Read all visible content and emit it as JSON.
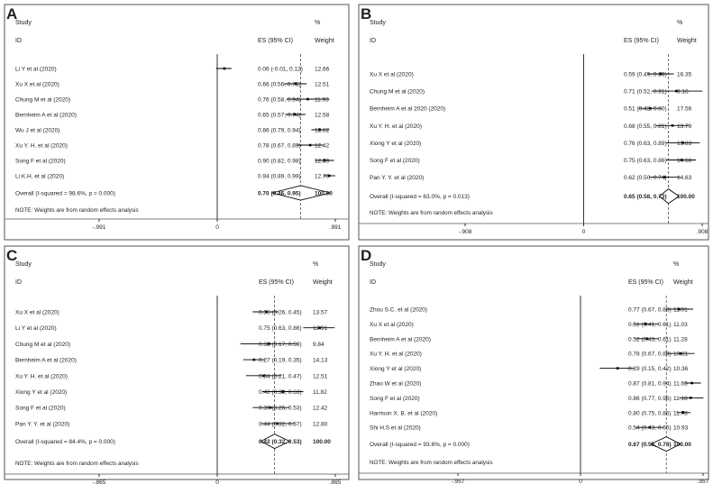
{
  "chart_data": [
    {
      "type": "forest",
      "panel_label": "A",
      "header_study": "Study",
      "header_id": "ID",
      "header_es": "ES (95% CI)",
      "header_pct": "%",
      "header_weight": "Weight",
      "xlim": [
        -0.991,
        0.991
      ],
      "ticks": [
        "-.991",
        "0",
        ".991"
      ],
      "rows": [
        {
          "study": "Li Y et al (2020)",
          "es": 0.06,
          "lo": -0.01,
          "hi": 0.12,
          "es_text": "0.06 (-0.01, 0.12)",
          "weight": "12.66"
        },
        {
          "study": "Xu X et al (2020)",
          "es": 0.66,
          "lo": 0.56,
          "hi": 0.75,
          "es_text": "0.66 (0.56, 0.75)",
          "weight": "12.51"
        },
        {
          "study": "Chung M et al (2020)",
          "es": 0.76,
          "lo": 0.58,
          "hi": 0.94,
          "es_text": "0.76 (0.58, 0.94)",
          "weight": "11.93"
        },
        {
          "study": "Bernheim A et al (2020)",
          "es": 0.65,
          "lo": 0.57,
          "hi": 0.74,
          "es_text": "0.65 (0.57, 0.74)",
          "weight": "12.58"
        },
        {
          "study": "Wu  J et al (2020)",
          "es": 0.86,
          "lo": 0.79,
          "hi": 0.94,
          "es_text": "0.86 (0.79, 0.94)",
          "weight": "12.62"
        },
        {
          "study": "Xu Y. H. et al (2020)",
          "es": 0.78,
          "lo": 0.67,
          "hi": 0.89,
          "es_text": "0.78 (0.67, 0.89)",
          "weight": "12.42"
        },
        {
          "study": "Song F et al (2020)",
          "es": 0.9,
          "lo": 0.82,
          "hi": 0.98,
          "es_text": "0.90 (0.82, 0.98)",
          "weight": "12.59"
        },
        {
          "study": "Li K.H. et al (2020)",
          "es": 0.94,
          "lo": 0.89,
          "hi": 0.99,
          "es_text": "0.94 (0.89, 0.99)",
          "weight": "12.70"
        }
      ],
      "overall": {
        "label": "Overall  (I-squared = 98.6%, p = 0.000)",
        "es": 0.7,
        "lo": 0.46,
        "hi": 0.95,
        "es_text": "0.70 (0.46, 0.95)",
        "weight": "100.00"
      },
      "note": "NOTE: Weights are from random effects analysis"
    },
    {
      "type": "forest",
      "panel_label": "B",
      "header_study": "Study",
      "header_id": "ID",
      "header_es": "ES (95% CI)",
      "header_pct": "%",
      "header_weight": "Weight",
      "xlim": [
        -0.908,
        0.908
      ],
      "ticks": [
        "-.908",
        "0",
        ".908"
      ],
      "rows": [
        {
          "study": "Xu X et al (2020)",
          "es": 0.59,
          "lo": 0.49,
          "hi": 0.69,
          "es_text": "0.59 (0.49, 0.69)",
          "weight": "16.35"
        },
        {
          "study": "Chung M et al (2020)",
          "es": 0.71,
          "lo": 0.52,
          "hi": 0.91,
          "es_text": "0.71 (0.52, 0.91)",
          "weight": "9.16"
        },
        {
          "study": "Bernheim A et al 2020 (2020)",
          "es": 0.51,
          "lo": 0.42,
          "hi": 0.6,
          "es_text": "0.51 (0.42, 0.60)",
          "weight": "17.56"
        },
        {
          "study": "Xu Y. H. et al (2020)",
          "es": 0.68,
          "lo": 0.55,
          "hi": 0.81,
          "es_text": "0.68 (0.55, 0.81)",
          "weight": "13.79"
        },
        {
          "study": "Xiong Y et al (2020)",
          "es": 0.76,
          "lo": 0.63,
          "hi": 0.89,
          "es_text": "0.76 (0.63, 0.89)",
          "weight": "13.83"
        },
        {
          "study": "Song F et al (2020)",
          "es": 0.75,
          "lo": 0.63,
          "hi": 0.86,
          "es_text": "0.75 (0.63, 0.86)",
          "weight": "14.66"
        },
        {
          "study": "Pan Y. Y. et al (2020)",
          "es": 0.62,
          "lo": 0.5,
          "hi": 0.74,
          "es_text": "0.62 (0.50, 0.74)",
          "weight": "14.63"
        }
      ],
      "overall": {
        "label": "Overall  (I-squared = 63.0%, p = 0.013)",
        "es": 0.65,
        "lo": 0.58,
        "hi": 0.73,
        "es_text": "0.65 (0.58, 0.73)",
        "weight": "100.00"
      },
      "note": "NOTE: Weights are from random effects analysis"
    },
    {
      "type": "forest",
      "panel_label": "C",
      "header_study": "Study",
      "header_id": "ID",
      "header_es": "ES (95% CI)",
      "header_pct": "%",
      "header_weight": "Weight",
      "xlim": [
        -0.865,
        0.865
      ],
      "ticks": [
        "-.865",
        "0",
        ".865"
      ],
      "rows": [
        {
          "study": "Xu X et al  (2020)",
          "es": 0.36,
          "lo": 0.26,
          "hi": 0.45,
          "es_text": "0.36 (0.26, 0.45)",
          "weight": "13.57"
        },
        {
          "study": "Li Y et al  (2020)",
          "es": 0.75,
          "lo": 0.63,
          "hi": 0.86,
          "es_text": "0.75 (0.63, 0.86)",
          "weight": "12.91"
        },
        {
          "study": "Chung M et al (2020)",
          "es": 0.38,
          "lo": 0.17,
          "hi": 0.59,
          "es_text": "0.38 (0.17, 0.59)",
          "weight": "9.84"
        },
        {
          "study": "Bernheim A et al (2020)",
          "es": 0.27,
          "lo": 0.19,
          "hi": 0.35,
          "es_text": "0.27 (0.19, 0.35)",
          "weight": "14.13"
        },
        {
          "study": "Xu Y. H. et al  (2020)",
          "es": 0.34,
          "lo": 0.21,
          "hi": 0.47,
          "es_text": "0.34 (0.21, 0.47)",
          "weight": "12.51"
        },
        {
          "study": "Xiong Y et al  (2020)",
          "es": 0.48,
          "lo": 0.33,
          "hi": 0.63,
          "es_text": "0.48 (0.33, 0.63)",
          "weight": "11.82"
        },
        {
          "study": "Song F et al  (2020)",
          "es": 0.39,
          "lo": 0.26,
          "hi": 0.53,
          "es_text": "0.39 (0.26, 0.53)",
          "weight": "12.42"
        },
        {
          "study": "Pan Y. Y. et al  (2020)",
          "es": 0.44,
          "lo": 0.32,
          "hi": 0.57,
          "es_text": "0.44 (0.32, 0.57)",
          "weight": "12.80"
        }
      ],
      "overall": {
        "label": "Overall  (I-squared = 84.4%, p = 0.000)",
        "es": 0.42,
        "lo": 0.32,
        "hi": 0.53,
        "es_text": "0.42 (0.32, 0.53)",
        "weight": "100.00"
      },
      "note": "NOTE: Weights are from random effects analysis"
    },
    {
      "type": "forest",
      "panel_label": "D",
      "header_study": "Study",
      "header_id": "ID",
      "header_es": "ES (95% CI)",
      "header_pct": "%",
      "header_weight": "Weight",
      "xlim": [
        -0.957,
        0.957
      ],
      "ticks": [
        "-.957",
        "0",
        ".957"
      ],
      "rows": [
        {
          "study": "Zhou S.C. et al (2020)",
          "es": 0.77,
          "lo": 0.67,
          "hi": 0.88,
          "es_text": "0.77 (0.67, 0.88)",
          "weight": "11.01"
        },
        {
          "study": "Xu X et al (2020)",
          "es": 0.51,
          "lo": 0.41,
          "hi": 0.61,
          "es_text": "0.51 (0.41, 0.61)",
          "weight": "11.03"
        },
        {
          "study": "Bernheim A et al (2020)",
          "es": 0.52,
          "lo": 0.43,
          "hi": 0.61,
          "es_text": "0.52 (0.43, 0.61)",
          "weight": "11.28"
        },
        {
          "study": "Xu Y. H. et al (2020)",
          "es": 0.78,
          "lo": 0.67,
          "hi": 0.89,
          "es_text": "0.78 (0.67, 0.89)",
          "weight": "10.81"
        },
        {
          "study": "Xiong Y et al (2020)",
          "es": 0.29,
          "lo": 0.15,
          "hi": 0.42,
          "es_text": "0.29 (0.15, 0.42)",
          "weight": "10.36"
        },
        {
          "study": "Zhao W et al (2020)",
          "es": 0.87,
          "lo": 0.81,
          "hi": 0.94,
          "es_text": "0.87 (0.81, 0.94)",
          "weight": "11.63"
        },
        {
          "study": "Song F et al (2020)",
          "es": 0.86,
          "lo": 0.77,
          "hi": 0.96,
          "es_text": "0.86 (0.77, 0.96)",
          "weight": "11.18"
        },
        {
          "study": "Harrison X. B. et al (2020)",
          "es": 0.8,
          "lo": 0.75,
          "hi": 0.86,
          "es_text": "0.80 (0.75, 0.86)",
          "weight": "11.78"
        },
        {
          "study": "Shi H.S et al (2020)",
          "es": 0.54,
          "lo": 0.43,
          "hi": 0.65,
          "es_text": "0.54 (0.43, 0.65)",
          "weight": "10.93"
        }
      ],
      "overall": {
        "label": "Overall  (I-squared = 93.6%, p = 0.000)",
        "es": 0.67,
        "lo": 0.55,
        "hi": 0.78,
        "es_text": "0.67 (0.55, 0.78)",
        "weight": "100.00"
      },
      "note": "NOTE: Weights are from random effects analysis"
    }
  ]
}
